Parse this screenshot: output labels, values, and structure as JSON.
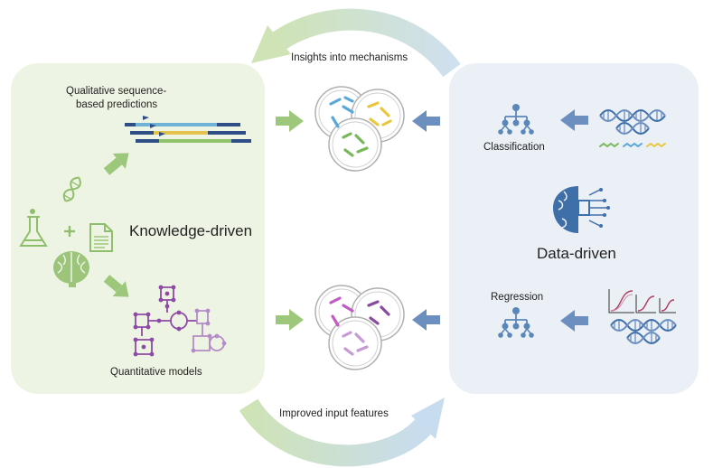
{
  "top_arrow_label": "Insights into mechanisms",
  "bottom_arrow_label": "Improved input features",
  "left_panel": {
    "title": "Knowledge-driven",
    "top_label_line1": "Qualitative sequence-",
    "top_label_line2": "based predictions",
    "bottom_label": "Quantitative models"
  },
  "right_panel": {
    "title": "Data-driven",
    "classification_label": "Classification",
    "regression_label": "Regression"
  },
  "colors": {
    "green_panel": "#eef4e4",
    "blue_panel": "#eaf0f6",
    "green_arrow": "#9dc77a",
    "blue_arrow": "#6d8fc0",
    "brain_green": "#9cc47a",
    "tree_blue": "#5b86b8",
    "dna_blue": "#3f6fa8",
    "purple": "#8e4aa5"
  }
}
